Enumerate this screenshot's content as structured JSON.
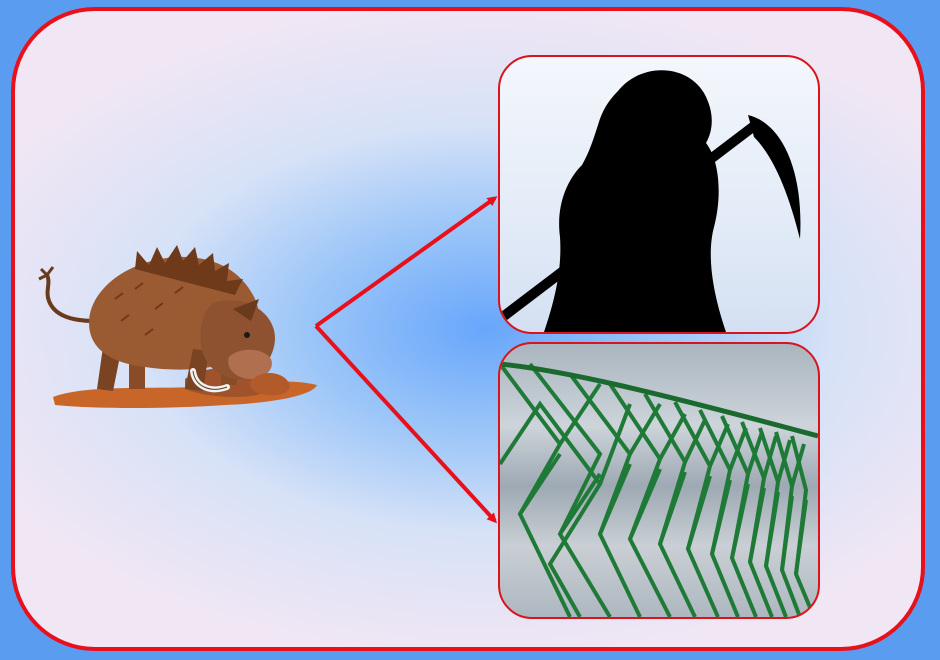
{
  "colors": {
    "background": "#5a9cf0",
    "frame_border": "#e8101a",
    "arrow": "#e8101a",
    "panel_border": "#d8141c",
    "silhouette": "#000000",
    "fence_wire": "#1e7a36",
    "boar_fur": "#9a5a32",
    "ground": "#c8662a"
  },
  "icons": {
    "boar": "boar-digging-illustration",
    "reaper": "grim-reaper-silhouette",
    "fence": "chain-link-fence-photo",
    "arrows": "branching-arrows"
  }
}
